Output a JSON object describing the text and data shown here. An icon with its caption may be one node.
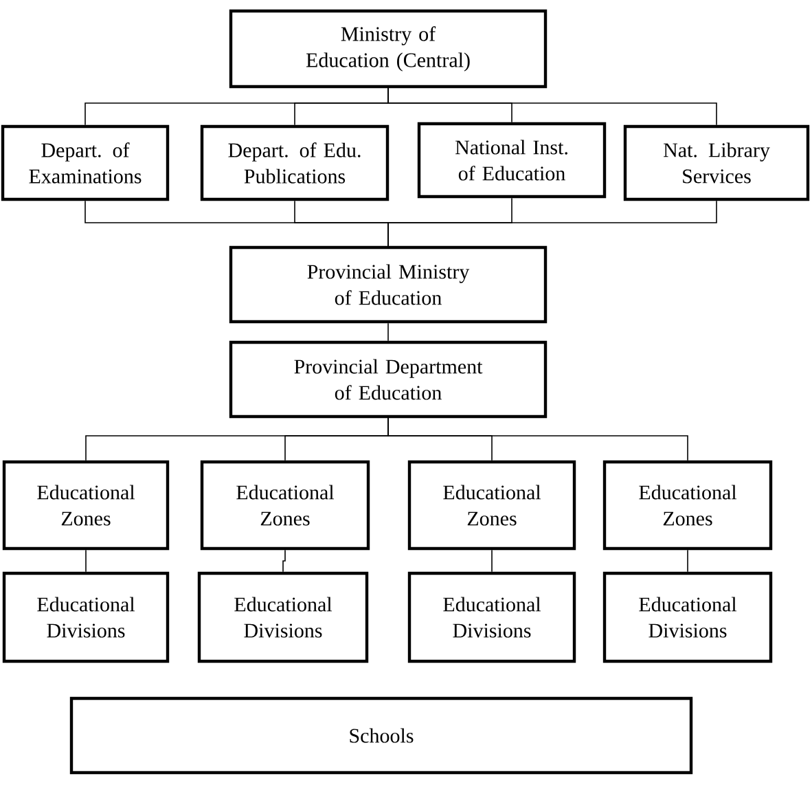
{
  "diagram": {
    "nodes": [
      {
        "text": [
          "Ministry of Education (Central)"
        ]
      },
      {
        "text": [
          "Depart. of Examinations"
        ]
      },
      {
        "text": [
          "Depart. of Edu. Publications"
        ]
      },
      {
        "text": [
          "National Inst. of Education"
        ]
      },
      {
        "text": [
          "Nat. Library Services"
        ]
      },
      {
        "text": [
          "Provincial Ministry of Education"
        ]
      },
      {
        "text": [
          "Provincial Department of Education"
        ]
      },
      {
        "text": [
          "Educational Zones"
        ]
      },
      {
        "text": [
          "Educational Zones"
        ]
      },
      {
        "text": [
          "Educational Zones"
        ]
      },
      {
        "text": [
          "Educational Zones"
        ]
      },
      {
        "text": [
          "Educational Divisions"
        ]
      },
      {
        "text": [
          "Educational Divisions"
        ]
      },
      {
        "text": [
          "Educational Divisions"
        ]
      },
      {
        "text": [
          "Educational Divisions"
        ]
      },
      {
        "text": [
          "Schools"
        ]
      }
    ],
    "edges": [
      {
        "from": 0,
        "to": 1,
        "arrow": "none"
      },
      {
        "from": 0,
        "to": 2,
        "arrow": "none"
      },
      {
        "from": 0,
        "to": 3,
        "arrow": "none"
      },
      {
        "from": 0,
        "to": 4,
        "arrow": "none"
      },
      {
        "from": 1,
        "to": 5,
        "arrow": "none"
      },
      {
        "from": 2,
        "to": 5,
        "arrow": "none"
      },
      {
        "from": 3,
        "to": 5,
        "arrow": "none"
      },
      {
        "from": 4,
        "to": 5,
        "arrow": "none"
      },
      {
        "from": 5,
        "to": 6,
        "arrow": "none"
      },
      {
        "from": 6,
        "to": 7,
        "arrow": "none"
      },
      {
        "from": 6,
        "to": 8,
        "arrow": "none"
      },
      {
        "from": 6,
        "to": 9,
        "arrow": "none"
      },
      {
        "from": 6,
        "to": 10,
        "arrow": "none"
      },
      {
        "from": 7,
        "to": 11,
        "arrow": "none"
      },
      {
        "from": 8,
        "to": 12,
        "arrow": "none"
      },
      {
        "from": 9,
        "to": 13,
        "arrow": "none"
      },
      {
        "from": 10,
        "to": 14,
        "arrow": "none"
      }
    ]
  }
}
